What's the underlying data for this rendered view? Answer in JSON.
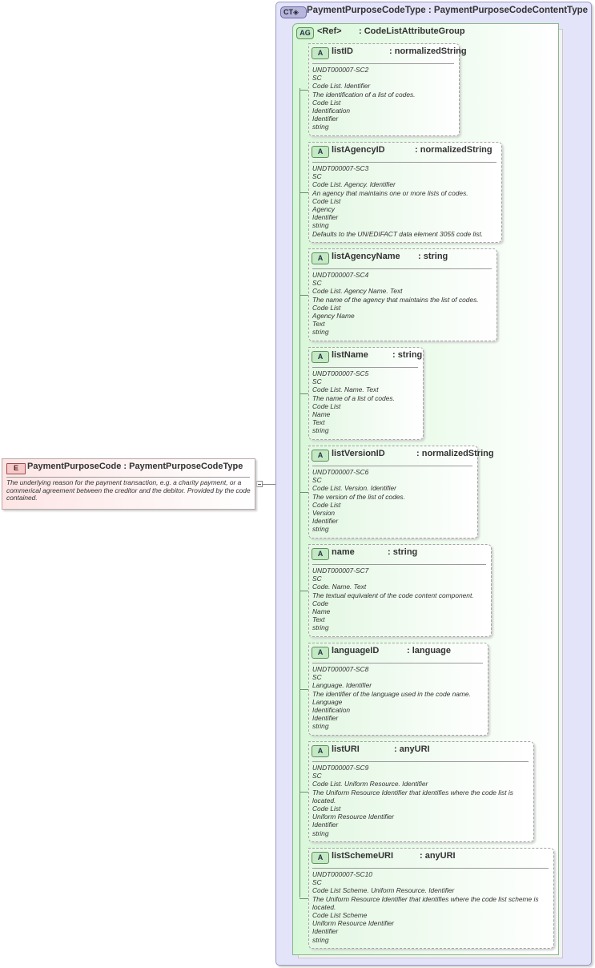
{
  "element": {
    "badge": "E",
    "name": "PaymentPurposeCode",
    "type": "PaymentPurposeCodeType",
    "documentation": "The underlying reason for the payment transaction, e.g. a charity payment, or a commerical agreement between the creditor and the debitor. Provided by the code contained."
  },
  "complex_type": {
    "badge": "CT",
    "name": "PaymentPurposeCodeType",
    "type": "PaymentPurposeCodeContentType"
  },
  "attribute_group": {
    "badge": "AG",
    "name": "<Ref>",
    "type": "CodeListAttributeGroup"
  },
  "attributes": [
    {
      "badge": "A",
      "name": "listID",
      "type": "normalizedString",
      "doc": [
        "UNDT000007-SC2",
        "SC",
        "Code List. Identifier",
        "The identification of a list of codes.",
        "Code List",
        "Identification",
        "Identifier",
        "string"
      ]
    },
    {
      "badge": "A",
      "name": "listAgencyID",
      "type": "normalizedString",
      "doc": [
        "UNDT000007-SC3",
        "SC",
        "Code List. Agency. Identifier",
        "An agency that maintains one or more lists of codes.",
        "Code List",
        "Agency",
        "Identifier",
        "string",
        "Defaults to the UN/EDIFACT data element 3055 code list."
      ]
    },
    {
      "badge": "A",
      "name": "listAgencyName",
      "type": "string",
      "doc": [
        "UNDT000007-SC4",
        "SC",
        "Code List. Agency Name. Text",
        "The name of the agency that maintains the list of codes.",
        "Code List",
        "Agency Name",
        "Text",
        "string"
      ]
    },
    {
      "badge": "A",
      "name": "listName",
      "type": "string",
      "doc": [
        "UNDT000007-SC5",
        "SC",
        "Code List. Name. Text",
        "The name of a list of codes.",
        "Code List",
        "Name",
        "Text",
        "string"
      ]
    },
    {
      "badge": "A",
      "name": "listVersionID",
      "type": "normalizedString",
      "doc": [
        "UNDT000007-SC6",
        "SC",
        "Code List. Version. Identifier",
        "The version of the list of codes.",
        "Code List",
        "Version",
        "Identifier",
        "string"
      ]
    },
    {
      "badge": "A",
      "name": "name",
      "type": "string",
      "doc": [
        "UNDT000007-SC7",
        "SC",
        "Code. Name. Text",
        "The textual equivalent of the code content component.",
        "Code",
        "Name",
        "Text",
        "string"
      ]
    },
    {
      "badge": "A",
      "name": "languageID",
      "type": "language",
      "doc": [
        "UNDT000007-SC8",
        "SC",
        "Language. Identifier",
        "The identifier of the language used in the code name.",
        "Language",
        "Identification",
        "Identifier",
        "string"
      ]
    },
    {
      "badge": "A",
      "name": "listURI",
      "type": "anyURI",
      "doc": [
        "UNDT000007-SC9",
        "SC",
        "Code List. Uniform Resource. Identifier",
        "The Uniform Resource Identifier that identifies where the code list is located.",
        "Code List",
        "Uniform Resource Identifier",
        "Identifier",
        "string"
      ]
    },
    {
      "badge": "A",
      "name": "listSchemeURI",
      "type": "anyURI",
      "doc": [
        "UNDT000007-SC10",
        "SC",
        "Code List Scheme. Uniform Resource. Identifier",
        "The Uniform Resource Identifier that identifies where the code list scheme is located.",
        "Code List Scheme",
        "Uniform Resource Identifier",
        "Identifier",
        "string"
      ]
    }
  ]
}
